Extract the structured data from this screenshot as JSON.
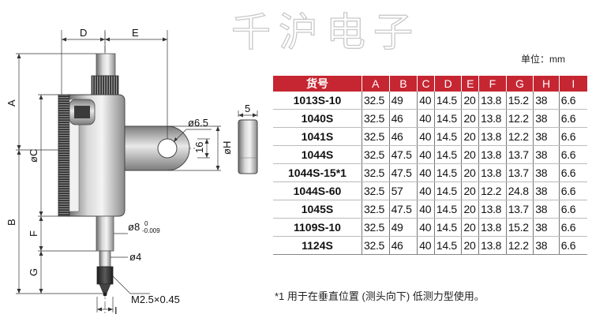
{
  "watermark": "千沪电子",
  "unit_label": "单位：mm",
  "table": {
    "headers": [
      "货号",
      "A",
      "B",
      "C",
      "D",
      "E",
      "F",
      "G",
      "H",
      "I"
    ],
    "rows": [
      [
        "1013S-10",
        "32.5",
        "49",
        "40",
        "14.5",
        "20",
        "13.8",
        "15.2",
        "38",
        "6.6"
      ],
      [
        "1040S",
        "32.5",
        "46",
        "40",
        "14.5",
        "20",
        "13.8",
        "12.2",
        "38",
        "6.6"
      ],
      [
        "1041S",
        "32.5",
        "46",
        "40",
        "14.5",
        "20",
        "13.8",
        "12.2",
        "38",
        "6.6"
      ],
      [
        "1044S",
        "32.5",
        "47.5",
        "40",
        "14.5",
        "20",
        "13.8",
        "13.7",
        "38",
        "6.6"
      ],
      [
        "1044S-15*1",
        "32.5",
        "47.5",
        "40",
        "14.5",
        "20",
        "13.8",
        "13.7",
        "38",
        "6.6"
      ],
      [
        "1044S-60",
        "32.5",
        "57",
        "40",
        "14.5",
        "20",
        "12.2",
        "24.8",
        "38",
        "6.6"
      ],
      [
        "1045S",
        "32.5",
        "47.5",
        "40",
        "14.5",
        "20",
        "13.8",
        "13.7",
        "38",
        "6.6"
      ],
      [
        "1109S-10",
        "32.5",
        "49",
        "40",
        "14.5",
        "20",
        "13.8",
        "15.2",
        "38",
        "6.6"
      ],
      [
        "1124S",
        "32.5",
        "46",
        "40",
        "14.5",
        "20",
        "13.8",
        "12.2",
        "38",
        "6.6"
      ]
    ]
  },
  "footnote": "*1 用于在垂直位置 (测头向下) 低测力型使用。",
  "drawing": {
    "labels": {
      "D": "D",
      "E": "E",
      "A": "A",
      "B": "B",
      "C": "øC",
      "F": "F",
      "G": "G",
      "H": "øH",
      "I": "I",
      "hole": "ø6.5",
      "width5": "5",
      "dim16": "16",
      "stem8": "ø8",
      "tol_upper": "0",
      "tol_lower": "-0.009",
      "tip4": "ø4",
      "thread": "M2.5×0.45"
    }
  }
}
